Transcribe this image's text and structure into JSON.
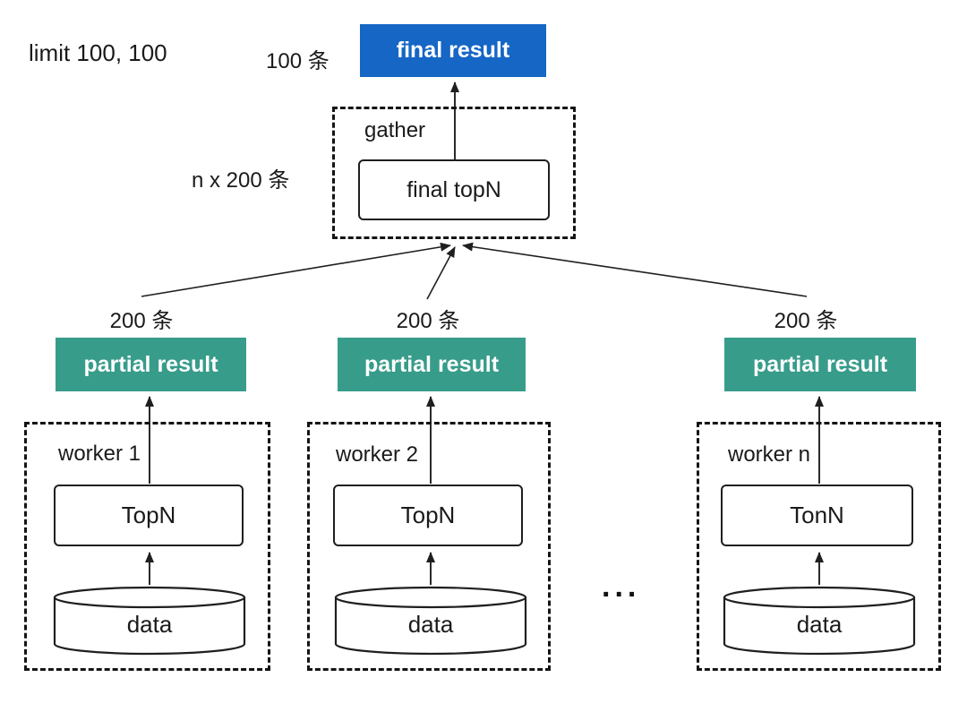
{
  "colors": {
    "final_result_bg": "#1566C5",
    "partial_result_bg": "#389C8B",
    "line_color": "#1f1f1f"
  },
  "annotations": {
    "limit_label": "limit 100, 100",
    "final_count_label": "100 条",
    "gather_input_label": "n x 200 条",
    "ellipsis": "..."
  },
  "final_result": {
    "label": "final result"
  },
  "gather": {
    "label": "gather",
    "node_label": "final topN"
  },
  "workers": [
    {
      "label": "worker 1",
      "count_label": "200 条",
      "partial_label": "partial result",
      "topn_label": "TopN",
      "data_label": "data"
    },
    {
      "label": "worker 2",
      "count_label": "200 条",
      "partial_label": "partial result",
      "topn_label": "TopN",
      "data_label": "data"
    },
    {
      "label": "worker n",
      "count_label": "200 条",
      "partial_label": "partial result",
      "topn_label": "TonN",
      "data_label": "data"
    }
  ]
}
